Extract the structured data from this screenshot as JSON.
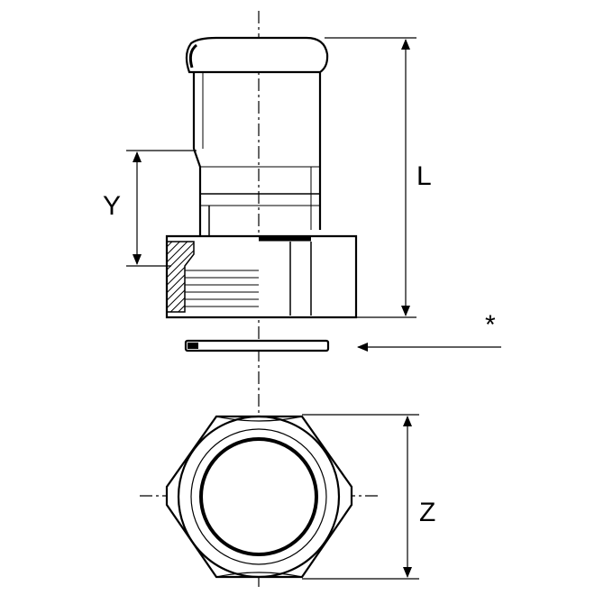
{
  "drawing": {
    "labels": {
      "length": "L",
      "insertion": "Y",
      "hex_size": "Z",
      "gasket_note": "*"
    },
    "colors": {
      "line": "#000000",
      "background": "#ffffff"
    }
  }
}
